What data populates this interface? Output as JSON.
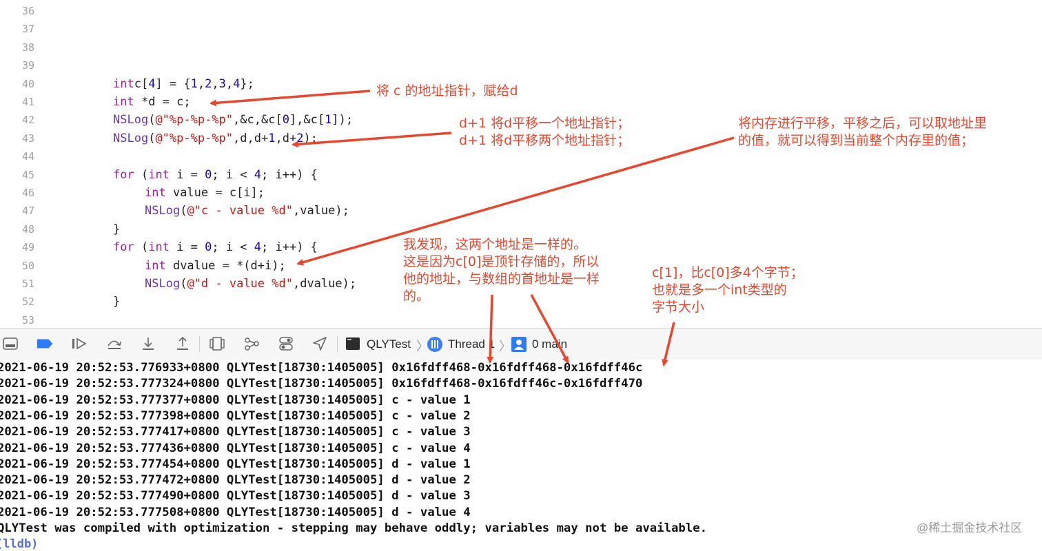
{
  "editor": {
    "lines": [
      {
        "no": "36",
        "parts": []
      },
      {
        "no": "37",
        "parts": []
      },
      {
        "no": "38",
        "parts": []
      },
      {
        "no": "39",
        "parts": []
      },
      {
        "no": "40",
        "indent": 0,
        "parts": [
          [
            "kw",
            "int"
          ],
          [
            "",
            "c["
          ],
          [
            "num",
            "4"
          ],
          [
            "",
            "] = {"
          ],
          [
            "num",
            "1"
          ],
          [
            "",
            ","
          ],
          [
            "num",
            "2"
          ],
          [
            "",
            ","
          ],
          [
            "num",
            "3"
          ],
          [
            "",
            ","
          ],
          [
            "num",
            "4"
          ],
          [
            "",
            "};"
          ]
        ]
      },
      {
        "no": "41",
        "indent": 0,
        "parts": [
          [
            "kw",
            "int"
          ],
          [
            "",
            " *d = c;"
          ]
        ]
      },
      {
        "no": "42",
        "indent": 0,
        "parts": [
          [
            "fn",
            "NSLog"
          ],
          [
            "",
            "("
          ],
          [
            "str",
            "@\"%p-%p-%p\""
          ],
          [
            "",
            ",&c,&c["
          ],
          [
            "num",
            "0"
          ],
          [
            "",
            "],&c["
          ],
          [
            "num",
            "1"
          ],
          [
            "",
            "]);"
          ]
        ]
      },
      {
        "no": "43",
        "indent": 0,
        "parts": [
          [
            "fn",
            "NSLog"
          ],
          [
            "",
            "("
          ],
          [
            "str",
            "@\"%p-%p-%p\""
          ],
          [
            "",
            ",d,d+"
          ],
          [
            "num",
            "1"
          ],
          [
            "",
            ",d+"
          ],
          [
            "num",
            "2"
          ],
          [
            "",
            ");"
          ]
        ]
      },
      {
        "no": "44",
        "parts": []
      },
      {
        "no": "45",
        "indent": 0,
        "parts": [
          [
            "kw",
            "for"
          ],
          [
            "",
            " ("
          ],
          [
            "kw",
            "int"
          ],
          [
            "",
            " i = "
          ],
          [
            "num",
            "0"
          ],
          [
            "",
            "; i < "
          ],
          [
            "num",
            "4"
          ],
          [
            "",
            "; i++) {"
          ]
        ]
      },
      {
        "no": "46",
        "indent": 1,
        "parts": [
          [
            "kw",
            "int"
          ],
          [
            "",
            " value = c[i];"
          ]
        ]
      },
      {
        "no": "47",
        "indent": 1,
        "parts": [
          [
            "fn",
            "NSLog"
          ],
          [
            "",
            "("
          ],
          [
            "str",
            "@\"c - value %d\""
          ],
          [
            "",
            ",value);"
          ]
        ]
      },
      {
        "no": "48",
        "indent": 0,
        "parts": [
          [
            "",
            "}"
          ]
        ]
      },
      {
        "no": "49",
        "indent": 0,
        "parts": [
          [
            "kw",
            "for"
          ],
          [
            "",
            " ("
          ],
          [
            "kw",
            "int"
          ],
          [
            "",
            " i = "
          ],
          [
            "num",
            "0"
          ],
          [
            "",
            "; i < "
          ],
          [
            "num",
            "4"
          ],
          [
            "",
            "; i++) {"
          ]
        ]
      },
      {
        "no": "50",
        "indent": 1,
        "parts": [
          [
            "kw",
            "int"
          ],
          [
            "",
            " dvalue = *(d+i);"
          ]
        ]
      },
      {
        "no": "51",
        "indent": 1,
        "parts": [
          [
            "fn",
            "NSLog"
          ],
          [
            "",
            "("
          ],
          [
            "str",
            "@\"d - value %d\""
          ],
          [
            "",
            ",dvalue);"
          ]
        ]
      },
      {
        "no": "52",
        "indent": 0,
        "parts": [
          [
            "",
            "}"
          ]
        ]
      },
      {
        "no": "53",
        "parts": []
      }
    ]
  },
  "annotations": {
    "a1": [
      "将  c 的地址指针，赋给d"
    ],
    "a2": [
      "d+1 将d平移一个地址指针；",
      "d+1 将d平移两个地址指针；"
    ],
    "a3": [
      "将内存进行平移，平移之后，可以取地址里",
      "的值，就可以得到当前整个内存里的值；"
    ],
    "a4": [
      "我发现，这两个地址是一样的。",
      "这是因为c[0]是顶针存储的，所以",
      "他的地址，与数组的首地址是一样",
      "的。"
    ],
    "a5": [
      "c[1]，比c[0]多4个字节；",
      "也就是多一个int类型的",
      "字节大小"
    ]
  },
  "toolbar": {
    "scheme": "QLYTest",
    "thread": "Thread 1",
    "frame": "0 main"
  },
  "console": {
    "lines": [
      "2021-06-19 20:52:53.776933+0800 QLYTest[18730:1405005] 0x16fdff468-0x16fdff468-0x16fdff46c",
      "2021-06-19 20:52:53.777324+0800 QLYTest[18730:1405005] 0x16fdff468-0x16fdff46c-0x16fdff470",
      "2021-06-19 20:52:53.777377+0800 QLYTest[18730:1405005] c - value 1",
      "2021-06-19 20:52:53.777398+0800 QLYTest[18730:1405005] c - value 2",
      "2021-06-19 20:52:53.777417+0800 QLYTest[18730:1405005] c - value 3",
      "2021-06-19 20:52:53.777436+0800 QLYTest[18730:1405005] c - value 4",
      "2021-06-19 20:52:53.777454+0800 QLYTest[18730:1405005] d - value 1",
      "2021-06-19 20:52:53.777472+0800 QLYTest[18730:1405005] d - value 2",
      "2021-06-19 20:52:53.777490+0800 QLYTest[18730:1405005] d - value 3",
      "2021-06-19 20:52:53.777508+0800 QLYTest[18730:1405005] d - value 4",
      "QLYTest was compiled with optimization - stepping may behave oddly; variables may not be available."
    ],
    "prompt": "(lldb)"
  },
  "watermark": "@稀土掘金技术社区",
  "colors": {
    "annotation": "#e8472e",
    "keyword": "#9b2393",
    "function": "#6c36a9",
    "string": "#c41a16",
    "number": "#1c00cf",
    "prompt": "#5470d0"
  },
  "icons": [
    "hide-debug-area-icon",
    "breakpoints-toggle-icon",
    "continue-icon",
    "step-over-icon",
    "step-into-icon",
    "step-out-icon",
    "view-hierarchy-icon",
    "memory-graph-icon",
    "environment-overrides-icon",
    "simulate-location-icon",
    "console-app-icon",
    "thread-icon",
    "stack-frame-icon"
  ]
}
